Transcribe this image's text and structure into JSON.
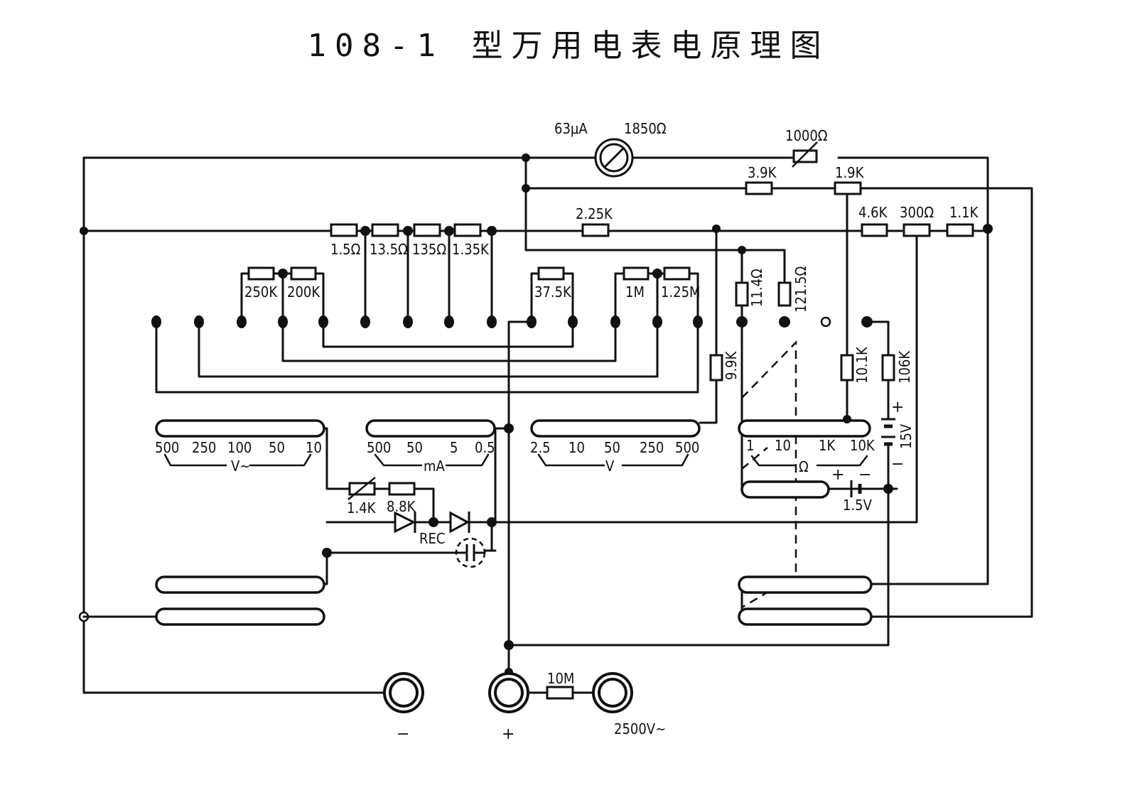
{
  "title": "108-1 型万用电表电原理图",
  "meter": {
    "current": "63μA",
    "resistance": "1850Ω"
  },
  "resistors": {
    "top_adjust": "1000Ω",
    "r_3_9k": "3.9K",
    "r_1_9k": "1.9K",
    "r_2_25k": "2.25K",
    "r_4_6k": "4.6K",
    "r_300": "300Ω",
    "r_1_1k": "1.1K",
    "shunt_1": "1.5Ω",
    "shunt_2": "13.5Ω",
    "shunt_3": "135Ω",
    "shunt_4": "1.35K",
    "r_250k": "250K",
    "r_200k": "200K",
    "r_37_5k": "37.5K",
    "r_1m": "1M",
    "r_1_25m": "1.25M",
    "r_11_4": "11.4Ω",
    "r_121_5": "121.5Ω",
    "r_9_9k": "9.9K",
    "r_10_1k": "10.1K",
    "r_106k": "106K",
    "r_1_4k": "1.4K",
    "r_8_8k": "8.8K",
    "r_10m": "10M"
  },
  "switches": {
    "ac_volts": {
      "ranges": [
        "500",
        "250",
        "100",
        "50",
        "10"
      ],
      "unit": "V~"
    },
    "dc_ma": {
      "ranges": [
        "500",
        "50",
        "5",
        "0.5"
      ],
      "unit": "mA"
    },
    "dc_volts": {
      "ranges": [
        "2.5",
        "10",
        "50",
        "250",
        "500"
      ],
      "unit": "V"
    },
    "ohms": {
      "ranges": [
        "1",
        "10",
        "1K",
        "10K"
      ],
      "unit": "Ω"
    }
  },
  "rectifier_label": "REC",
  "batteries": {
    "b1": "1.5V",
    "b2": "15V"
  },
  "battery_polarity": {
    "plus": "+",
    "minus": "−"
  },
  "terminals": {
    "minus": "−",
    "plus": "+",
    "hv": "2500V~"
  }
}
